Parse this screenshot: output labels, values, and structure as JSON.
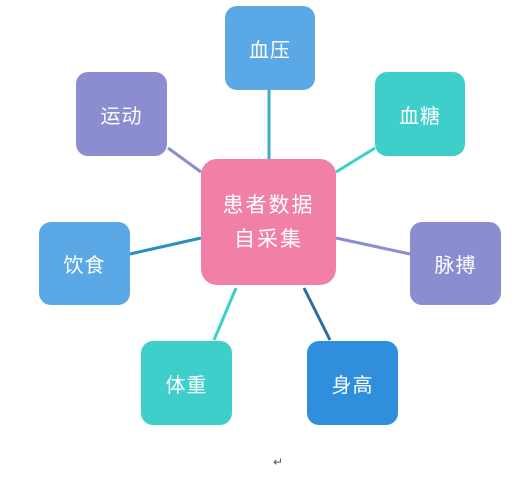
{
  "center": {
    "line1": "患者数据",
    "line2": "自采集",
    "color": "#f17fa7"
  },
  "nodes": [
    {
      "id": "blood-pressure",
      "label": "血压",
      "color": "#5aa9e6",
      "line_color": "#3fa9c9"
    },
    {
      "id": "blood-sugar",
      "label": "血糖",
      "color": "#3ecfcb",
      "line_color": "#3ecfcb"
    },
    {
      "id": "pulse",
      "label": "脉搏",
      "color": "#8b8dd0",
      "line_color": "#8b8dd0"
    },
    {
      "id": "height",
      "label": "身高",
      "color": "#2f8fdc",
      "line_color": "#2a6fa0"
    },
    {
      "id": "weight",
      "label": "体重",
      "color": "#3ecfcb",
      "line_color": "#3ecfcb"
    },
    {
      "id": "diet",
      "label": "饮食",
      "color": "#5aa9e6",
      "line_color": "#2a8fc0"
    },
    {
      "id": "exercise",
      "label": "运动",
      "color": "#8b8dd0",
      "line_color": "#8b8dd0"
    }
  ],
  "return_mark": "↵"
}
